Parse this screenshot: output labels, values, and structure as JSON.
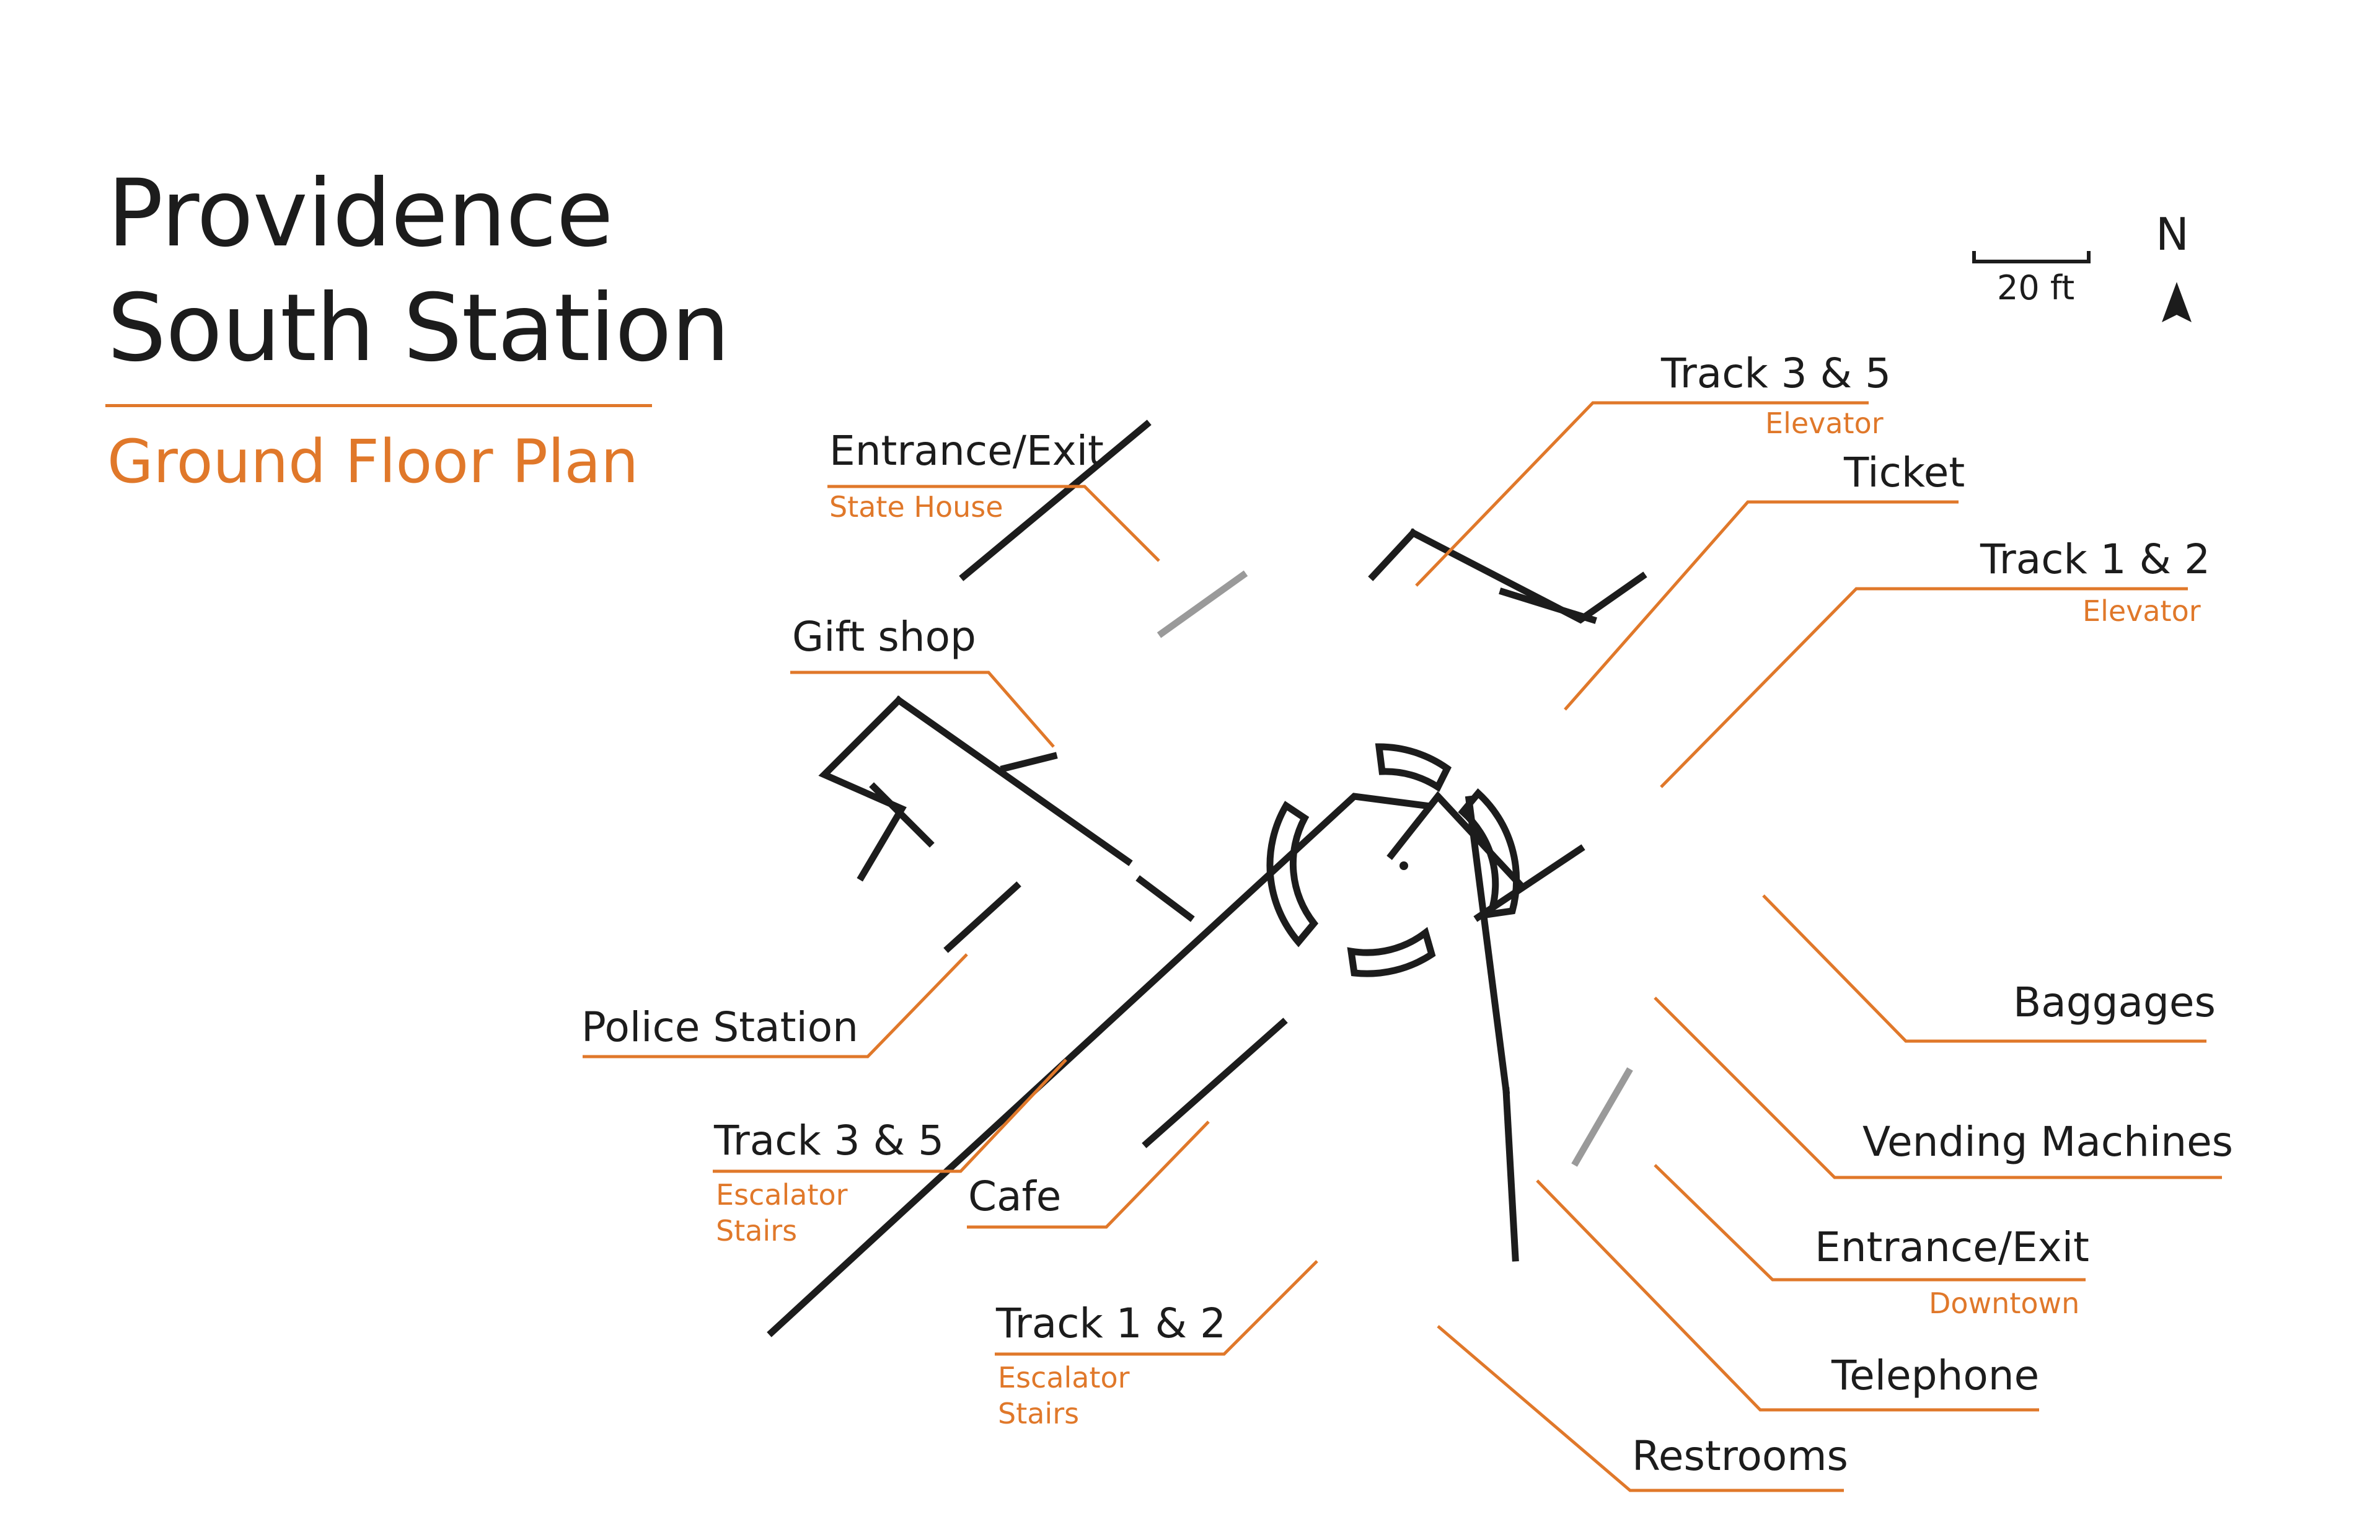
{
  "title_line1": "Providence",
  "title_line2": "South Station",
  "subtitle": "Ground Floor Plan",
  "colors": {
    "accent": "#e0782a",
    "ink": "#1c1c1c",
    "door": "#9a9a9a"
  },
  "scale_label": "20 ft",
  "north_label": "N",
  "icons": {
    "north_arrow": "north-arrow-icon",
    "scale_bar": "scale-bar-icon"
  },
  "labels": {
    "entrance_state_house": {
      "name": "Entrance/Exit",
      "detail": "State House"
    },
    "gift_shop": {
      "name": "Gift shop"
    },
    "police_station": {
      "name": "Police Station"
    },
    "track35_escalator": {
      "name": "Track 3 & 5",
      "detail1": "Escalator",
      "detail2": "Stairs"
    },
    "cafe": {
      "name": "Cafe"
    },
    "track12_escalator": {
      "name": "Track 1 & 2",
      "detail1": "Escalator",
      "detail2": "Stairs"
    },
    "track35_elevator": {
      "name": "Track 3 & 5",
      "detail": "Elevator"
    },
    "ticket": {
      "name": "Ticket"
    },
    "track12_elevator": {
      "name": "Track 1 & 2",
      "detail": "Elevator"
    },
    "baggages": {
      "name": "Baggages"
    },
    "vending": {
      "name": "Vending Machines"
    },
    "entrance_downtown": {
      "name": "Entrance/Exit",
      "detail": "Downtown"
    },
    "telephone": {
      "name": "Telephone"
    },
    "restrooms": {
      "name": "Restrooms"
    }
  }
}
